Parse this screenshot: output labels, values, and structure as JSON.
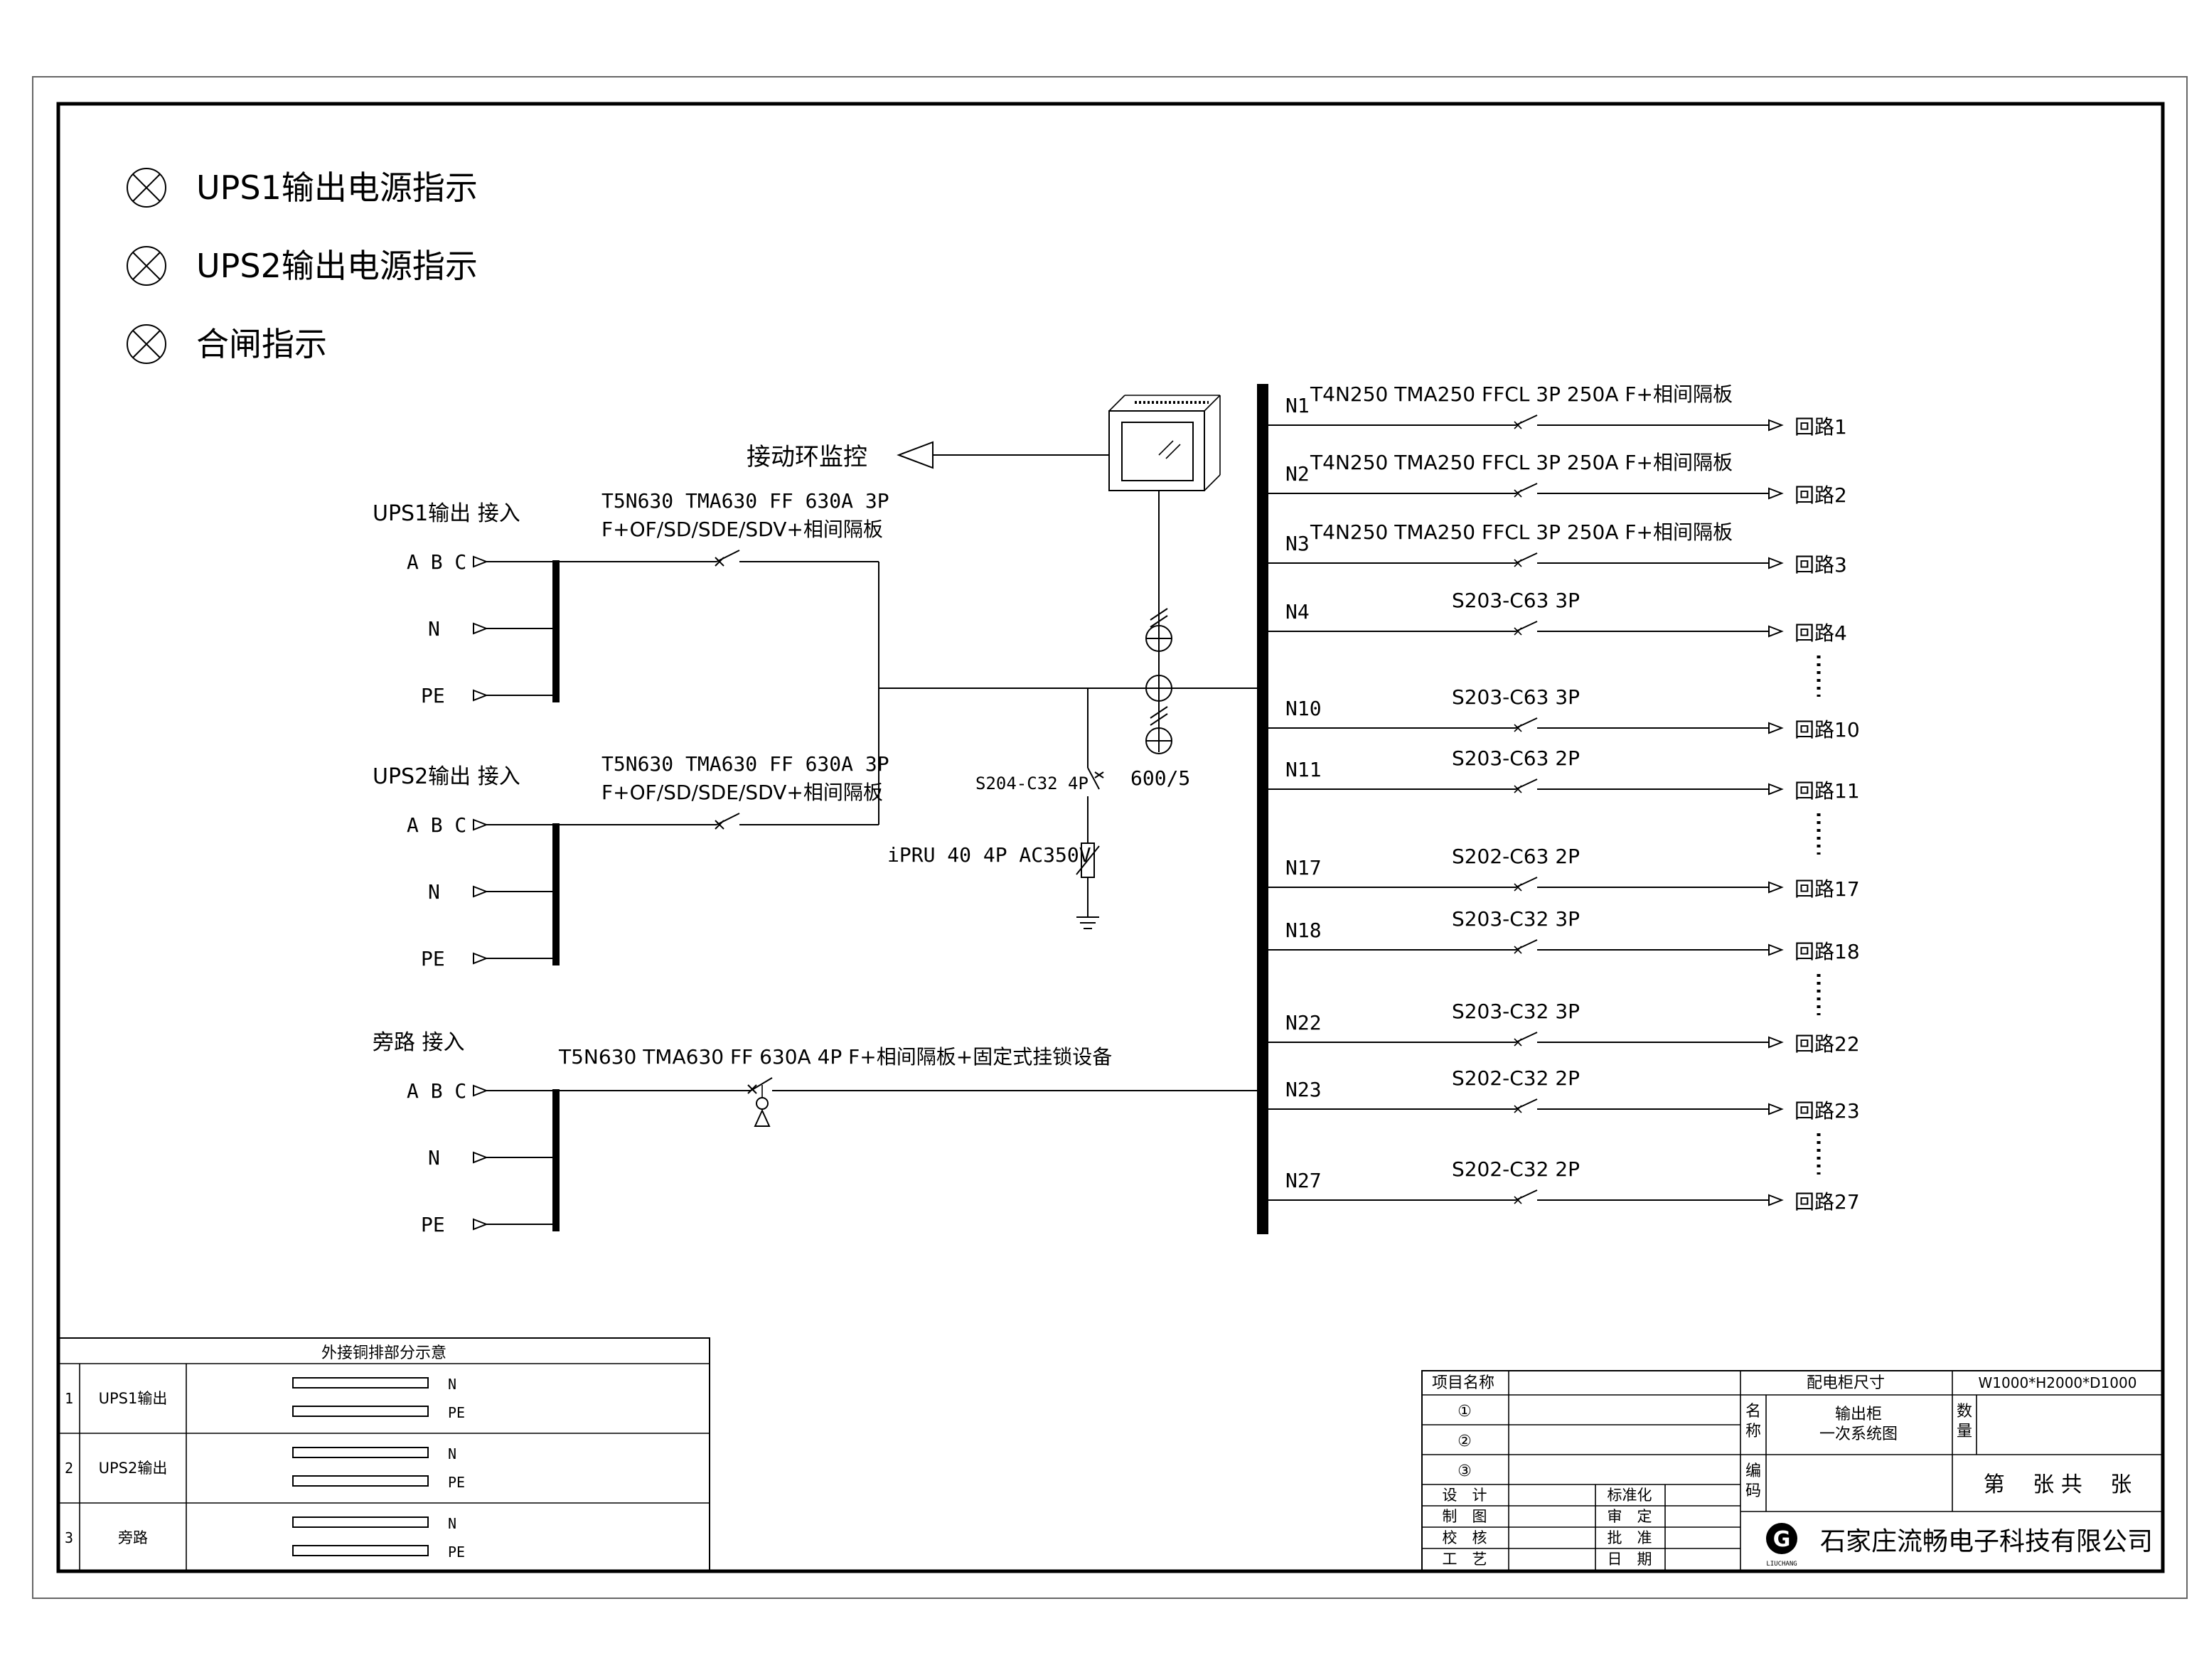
{
  "indicators": [
    {
      "label": "UPS1输出电源指示"
    },
    {
      "label": "UPS2输出电源指示"
    },
    {
      "label": "合闸指示"
    }
  ],
  "monitor": {
    "label": "接动环监控"
  },
  "inputs": [
    {
      "title": "UPS1输出 接入",
      "phase": "A B C",
      "n": "N",
      "pe": "PE",
      "breaker_l1": "T5N630 TMA630 FF 630A 3P",
      "breaker_l2": "F+OF/SD/SDE/SDV+相间隔板"
    },
    {
      "title": "UPS2输出 接入",
      "phase": "A B C",
      "n": "N",
      "pe": "PE",
      "breaker_l1": "T5N630 TMA630 FF 630A 3P",
      "breaker_l2": "F+OF/SD/SDE/SDV+相间隔板"
    },
    {
      "title": "旁路 接入",
      "phase": "A B C",
      "n": "N",
      "pe": "PE",
      "breaker_l1": "T5N630 TMA630 FF 630A 4P F+相间隔板+固定式挂锁设备",
      "breaker_l2": ""
    }
  ],
  "spd": {
    "breaker": "S204-C32 4P",
    "arrester": "iPRU 40 4P AC350V"
  },
  "ct": {
    "ratio": "600/5"
  },
  "outputs": [
    {
      "id": "N1",
      "breaker": "T4N250 TMA250 FFCL 3P 250A F+相间隔板",
      "loop": "回路1",
      "gap": false
    },
    {
      "id": "N2",
      "breaker": "T4N250 TMA250 FFCL 3P 250A F+相间隔板",
      "loop": "回路2",
      "gap": false
    },
    {
      "id": "N3",
      "breaker": "T4N250 TMA250 FFCL 3P 250A F+相间隔板",
      "loop": "回路3",
      "gap": false
    },
    {
      "id": "N4",
      "breaker": "S203-C63 3P",
      "loop": "回路4",
      "gap": true
    },
    {
      "id": "N10",
      "breaker": "S203-C63 3P",
      "loop": "回路10",
      "gap": false
    },
    {
      "id": "N11",
      "breaker": "S203-C63 2P",
      "loop": "回路11",
      "gap": true
    },
    {
      "id": "N17",
      "breaker": "S202-C63 2P",
      "loop": "回路17",
      "gap": false
    },
    {
      "id": "N18",
      "breaker": "S203-C32 3P",
      "loop": "回路18",
      "gap": true
    },
    {
      "id": "N22",
      "breaker": "S203-C32 3P",
      "loop": "回路22",
      "gap": false
    },
    {
      "id": "N23",
      "breaker": "S202-C32 2P",
      "loop": "回路23",
      "gap": true
    },
    {
      "id": "N27",
      "breaker": "S202-C32 2P",
      "loop": "回路27",
      "gap": false
    }
  ],
  "busbar_table": {
    "title": "外接铜排部分示意",
    "rows": [
      {
        "no": "1",
        "name": "UPS1输出",
        "bar1": "N",
        "bar2": "PE"
      },
      {
        "no": "2",
        "name": "UPS2输出",
        "bar1": "N",
        "bar2": "PE"
      },
      {
        "no": "3",
        "name": "旁路",
        "bar1": "N",
        "bar2": "PE"
      }
    ]
  },
  "title_block": {
    "project_label": "项目名称",
    "items": [
      "①",
      "②",
      "③"
    ],
    "size_label": "配电柜尺寸",
    "size_value": "W1000*H2000*D1000",
    "name_label_1": "名",
    "name_label_2": "称",
    "name_value_1": "输出柜",
    "name_value_2": "一次系统图",
    "qty_label_1": "数",
    "qty_label_2": "量",
    "code_label_1": "编",
    "code_label_2": "码",
    "sheet_text": "第　 张 共　 张",
    "roles_left": [
      "设　计",
      "制　图",
      "校　核",
      "工　艺"
    ],
    "roles_right": [
      "标准化",
      "审　定",
      "批　准",
      "日　期"
    ],
    "company": "石家庄流畅电子科技有限公司",
    "logo_letter": "G",
    "logo_text": "LIUCHANG"
  }
}
